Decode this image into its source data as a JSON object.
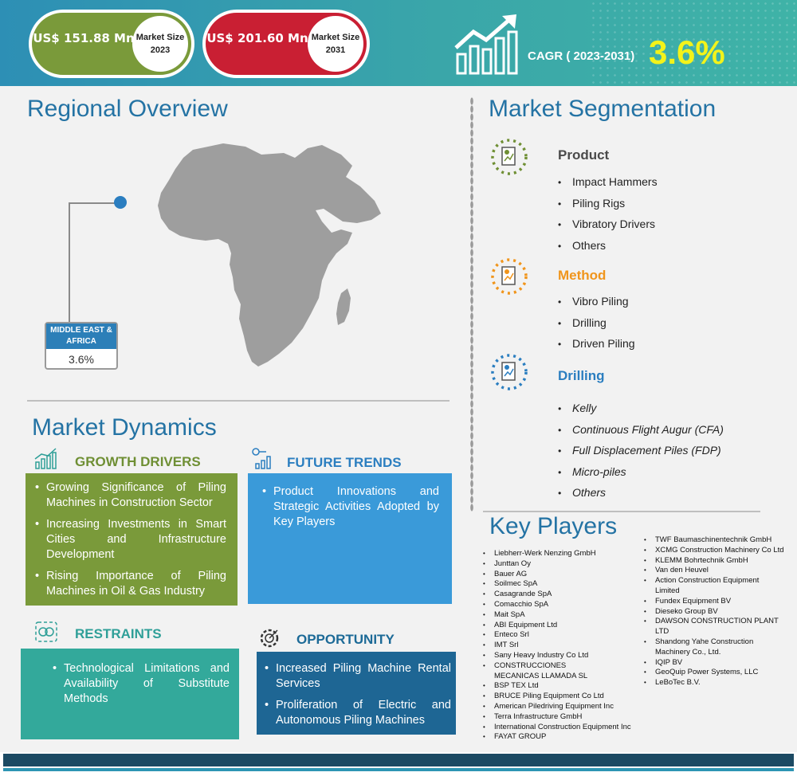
{
  "header": {
    "market_2023": {
      "value": "US$ 151.88 Mn",
      "label": "Market Size 2023"
    },
    "market_2031": {
      "value": "US$  201.60 Mn",
      "label": "Market Size 2031"
    },
    "cagr_label": "CAGR ( 2023-2031)",
    "cagr_value": "3.6%",
    "colors": {
      "green": "#7a9a3a",
      "red": "#c91f33",
      "cagr": "#f3f31a"
    }
  },
  "regional": {
    "title": "Regional Overview",
    "region_label": "MIDDLE EAST & AFRICA",
    "region_value": "3.6%"
  },
  "segmentation": {
    "title": "Market Segmentation",
    "groups": [
      {
        "name": "Product",
        "color": "#4a4a4a",
        "items": [
          "Impact Hammers",
          "Piling Rigs",
          "Vibratory Drivers",
          "Others"
        ]
      },
      {
        "name": "Method",
        "color": "#f0951c",
        "items": [
          "Vibro Piling",
          "Drilling",
          "Driven Piling"
        ]
      },
      {
        "name": "Drilling",
        "color": "#2b7ec0",
        "items": [
          "Kelly",
          "Continuous Flight Augur (CFA)",
          "Full Displacement Piles (FDP)",
          "Micro-piles",
          "Others"
        ]
      }
    ]
  },
  "dynamics": {
    "title": "Market Dynamics",
    "growth_drivers": {
      "title": "GROWTH DRIVERS",
      "items": [
        "Growing Significance of Piling Machines in Construction Sector",
        "Increasing Investments in Smart Cities and Infrastructure Development",
        "Rising Importance of Piling Machines in Oil & Gas Industry"
      ]
    },
    "future_trends": {
      "title": "FUTURE TRENDS",
      "items": [
        "Product Innovations and Strategic Activities Adopted by Key Players"
      ]
    },
    "restraints": {
      "title": "RESTRAINTS",
      "items": [
        "Technological Limitations and Availability of Substitute Methods"
      ]
    },
    "opportunity": {
      "title": "OPPORTUNITY",
      "items": [
        "Increased Piling Machine Rental Services",
        "Proliferation of Electric and Autonomous Piling Machines"
      ]
    }
  },
  "key_players": {
    "title": "Key Players",
    "left": [
      "Liebherr-Werk Nenzing GmbH",
      "Junttan Oy",
      "Bauer AG",
      "Soilmec SpA",
      "Casagrande SpA",
      "Comacchio SpA",
      "Mait SpA",
      "ABI Equipment Ltd",
      "Enteco Srl",
      "IMT Srl",
      "Sany Heavy Industry Co Ltd",
      "CONSTRUCCIONES MECANICAS LLAMADA SL",
      "BSP TEX Ltd",
      "BRUCE Piling Equipment Co Ltd",
      "American Piledriving Equipment Inc",
      "Terra Infrastructure GmbH",
      "International Construction Equipment Inc",
      "FAYAT GROUP"
    ],
    "right": [
      "TWF Baumaschinentechnik GmbH",
      "XCMG Construction Machinery Co Ltd",
      "KLEMM Bohrtechnik GmbH",
      "Van den Heuvel",
      "Action Construction Equipment Limited",
      "Fundex Equipment BV",
      "Dieseko Group BV",
      "DAWSON CONSTRUCTION PLANT LTD",
      "Shandong Yahe Construction Machinery Co., Ltd.",
      "IQIP BV",
      "GeoQuip Power Systems, LLC",
      "LeBoTec B.V."
    ]
  }
}
